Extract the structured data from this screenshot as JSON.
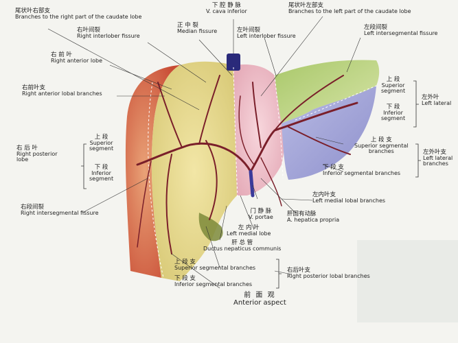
{
  "labels": {
    "caudate_right": {
      "zh": "尾状叶右部支",
      "en": "Branches to the right part of the caudate lobe"
    },
    "vena_cava": {
      "zh": "下 腔 静 脉",
      "en": "V. cava inferior"
    },
    "caudate_left": {
      "zh": "尾状叶左部支",
      "en": "Branches to the left part of the caudate lobe"
    },
    "right_interlobar": {
      "zh": "右叶间裂",
      "en": "Right interlober fissure"
    },
    "median_fissure": {
      "zh": "正 中 裂",
      "en": "Median fissure"
    },
    "left_interlobar": {
      "zh": "左叶间裂",
      "en": "Left interlober fissure"
    },
    "left_intersegmental": {
      "zh": "左段间裂",
      "en": "Left intersegmental fissure"
    },
    "right_anterior_lobe": {
      "zh": "右 前 叶",
      "en": "Right anterior lobe"
    },
    "right_anterior_branches": {
      "zh": "右前叶支",
      "en": "Right anterior lobal branches"
    },
    "left_lateral": {
      "zh": "左外叶",
      "en": "Left lateral"
    },
    "left_sup_segment": {
      "zh": "上 段",
      "en1": "Superior",
      "en2": "segment"
    },
    "left_inf_segment": {
      "zh": "下 段",
      "en1": "Inferior",
      "en2": "segment"
    },
    "right_sup_segment": {
      "zh": "上 段",
      "en1": "Superior",
      "en2": "segment"
    },
    "right_inf_segment": {
      "zh": "下 段",
      "en1": "Inferior",
      "en2": "segment"
    },
    "right_posterior_lobe": {
      "zh": "右 后 叶",
      "en1": "Right posterior",
      "en2": "lobe"
    },
    "sup_segmental_branches_left": {
      "zh": "上 段 支",
      "en1": "Superior segmental",
      "en2": "branches"
    },
    "left_lateral_branches": {
      "zh": "左外叶支",
      "en1": "Left lateral",
      "en2": "branches"
    },
    "inf_segmental_branches_left": {
      "zh": "下 段 支",
      "en": "Inferior segmental branches"
    },
    "left_medial_branches": {
      "zh": "左内叶支",
      "en": "Left medial lobal branches"
    },
    "right_intersegmental": {
      "zh": "右段间裂",
      "en": "Right intersegmental fissure"
    },
    "portal_vein": {
      "zh": "门 静 脉",
      "en": "V. portae"
    },
    "hepatic_artery": {
      "zh": "肝固有动脉",
      "en": "A. hepatica propria"
    },
    "left_medial_lobe": {
      "zh": "左 内 叶",
      "en": "Left medial lobe"
    },
    "common_hepatic_duct": {
      "zh": "肝 总 管",
      "en": "Ductus nepaticus communis"
    },
    "sup_segmental_branches": {
      "zh": "上 段 支",
      "en": "Superior segmental branches"
    },
    "inf_segmental_branches": {
      "zh": "下 段 支",
      "en": "Inferior segmental branches"
    },
    "right_posterior_branches": {
      "zh": "右后叶支",
      "en": "Right posterior lobal branches"
    },
    "view": {
      "zh": "前 面 观",
      "en": "Anterior aspect"
    }
  },
  "colors": {
    "right_posterior_lobe": "#d9684a",
    "right_anterior_lobe": "#e8d98a",
    "left_medial_lobe": "#f0bcc8",
    "left_lateral_superior": "#c7dc88",
    "left_lateral_inferior": "#a6a8d8",
    "vessel": "#7a1f2a",
    "vena_cava": "#2a2a7a",
    "gallbladder": "#7c8a3a"
  }
}
